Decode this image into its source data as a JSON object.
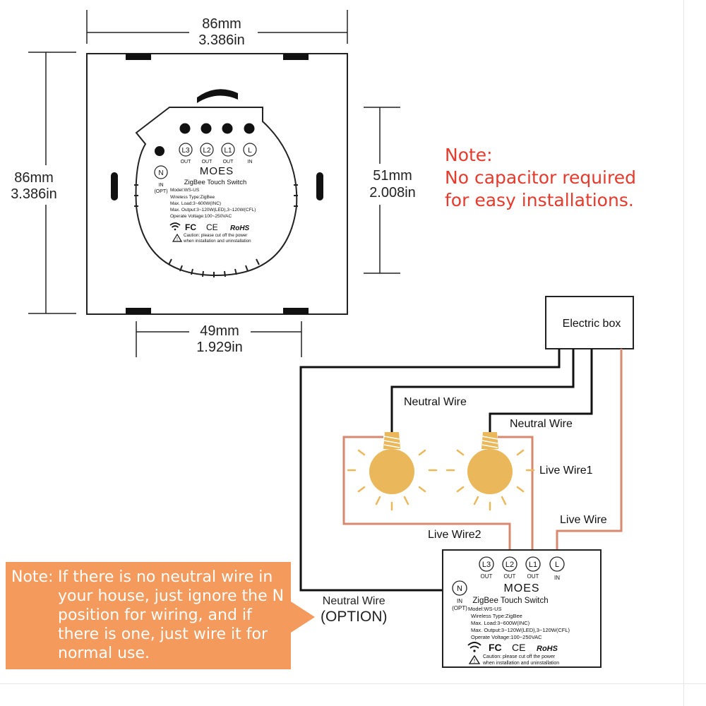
{
  "dimensions": {
    "width_mm": "86mm",
    "width_in": "3.386in",
    "height_mm": "86mm",
    "height_in": "3.386in",
    "module_mm": "51mm",
    "module_in": "2.008in",
    "hole_mm": "49mm",
    "hole_in": "1.929in"
  },
  "device": {
    "brand": "MOES",
    "title": "ZigBee Touch Switch",
    "model": "Model:WS-US",
    "wireless": "Wireless Type:ZigBee",
    "max_load": "Max. Load:3~600W(INC)",
    "max_output": "Max. Output:3~120W(LED),3~120W(CFL)",
    "voltage": "Operate Voltage:100~250VAC",
    "wireless_small": "Wireless Type:ZigBee",
    "max_load_small": "Max. Load:3~600W(INC)",
    "max_output_small": "Max. Output:3~120W(LED),3~120W(CFL)",
    "voltage_small": "Operate Voltage:100~250VAC",
    "cert_fcc": "FC",
    "cert_ce": "CE",
    "cert_rohs": "RoHS",
    "caution_1": "Caution: please cut off the power",
    "caution_2": "when installation and uninstallation",
    "terminals": [
      {
        "id": "L3",
        "sub": "OUT"
      },
      {
        "id": "L2",
        "sub": "OUT"
      },
      {
        "id": "L1",
        "sub": "OUT"
      },
      {
        "id": "L",
        "sub": "IN"
      }
    ],
    "neutral": {
      "id": "N",
      "sub1": "IN",
      "sub2": "(OPT)"
    }
  },
  "note_red": {
    "title": "Note:",
    "line1": "No capacitor required",
    "line2": "for easy installations."
  },
  "wiring": {
    "electric_box": "Electric box",
    "neutral_wire_1": "Neutral Wire",
    "neutral_wire_2": "Neutral Wire",
    "live_wire1": "Live Wire1",
    "live_wire2": "Live Wire2",
    "live_wire": "Live Wire",
    "neutral_option_1": "Neutral Wire",
    "neutral_option_2": "(OPTION)"
  },
  "note_orange": {
    "label": "Note:",
    "body": "If there is no neutral wire in your house, just ignore the N position for wiring, and if there is one, just wire it for normal use."
  },
  "colors": {
    "wire_black": "#111111",
    "wire_live": "#d98870",
    "bulb": "#eab85a",
    "note_orange": "#f39a5c",
    "note_red": "#e53a2c"
  }
}
